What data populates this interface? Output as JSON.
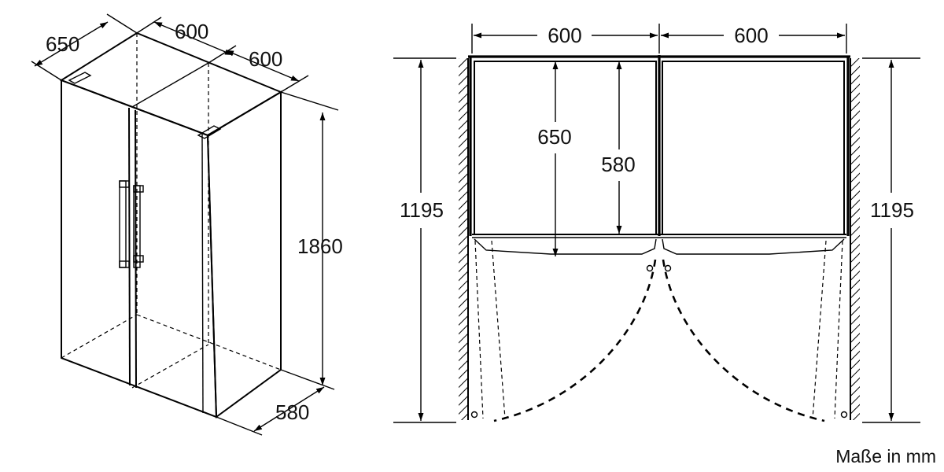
{
  "iso_view": {
    "depth_label": "650",
    "width_left_label": "600",
    "width_right_label": "600",
    "height_label": "1860",
    "base_depth_label": "580"
  },
  "plan_view": {
    "width_left_label": "600",
    "width_right_label": "600",
    "depth_with_door_label": "650",
    "depth_body_label": "580",
    "clearance_left_label": "1195",
    "clearance_right_label": "1195"
  },
  "units_note": "Maße in mm"
}
